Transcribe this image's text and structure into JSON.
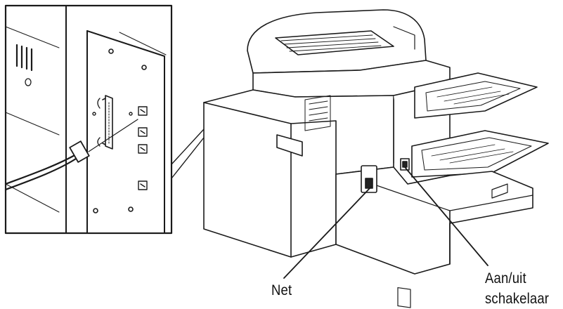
{
  "labels": {
    "net": "Net",
    "switch_line1": "Aan/uit",
    "switch_line2": "schakelaar"
  }
}
